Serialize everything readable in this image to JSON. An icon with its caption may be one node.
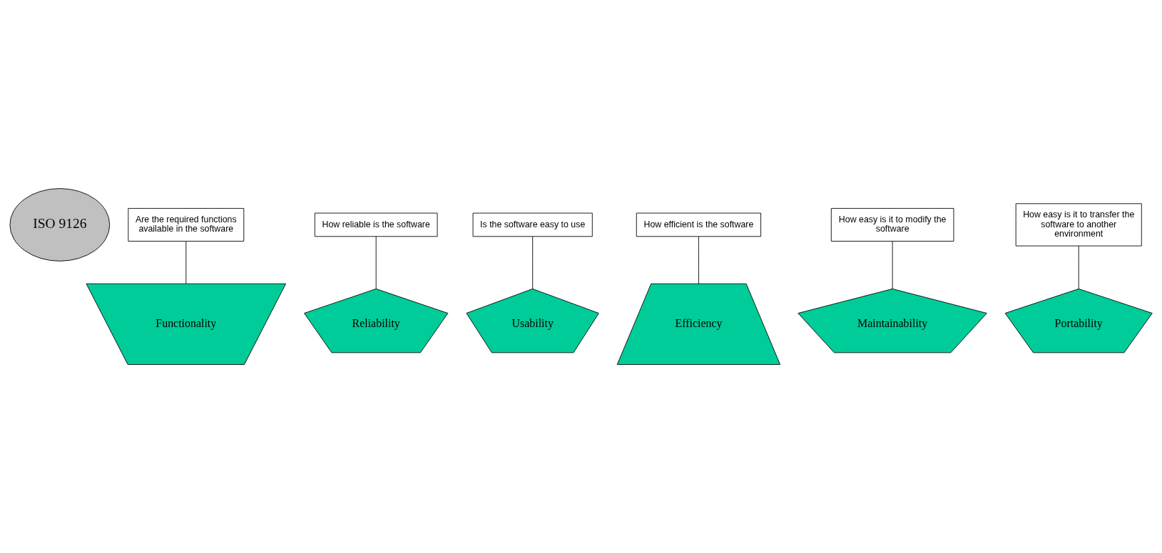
{
  "diagram": {
    "nodes": [
      {
        "text": [
          "ISO 9126"
        ]
      },
      {
        "text": [
          "Functionality"
        ]
      },
      {
        "text": [
          "Reliability"
        ]
      },
      {
        "text": [
          "Usability"
        ]
      },
      {
        "text": [
          "Efficiency"
        ]
      },
      {
        "text": [
          "Maintainability"
        ]
      },
      {
        "text": [
          "Portability"
        ]
      },
      {
        "text": [
          "Are the required functions available in the software"
        ]
      },
      {
        "text": [
          "How reliable is the software"
        ]
      },
      {
        "text": [
          "Is the software easy to use"
        ]
      },
      {
        "text": [
          "How efficient is the software"
        ]
      },
      {
        "text": [
          "How easy is it to modify the software"
        ]
      },
      {
        "text": [
          "How easy is it to transfer the software to another environment"
        ]
      }
    ],
    "edges": [
      {
        "from": 7,
        "to": 1,
        "arrow": "none"
      },
      {
        "from": 8,
        "to": 2,
        "arrow": "none"
      },
      {
        "from": 9,
        "to": 3,
        "arrow": "none"
      },
      {
        "from": 10,
        "to": 4,
        "arrow": "none"
      },
      {
        "from": 11,
        "to": 5,
        "arrow": "none"
      },
      {
        "from": 12,
        "to": 6,
        "arrow": "none"
      }
    ]
  }
}
